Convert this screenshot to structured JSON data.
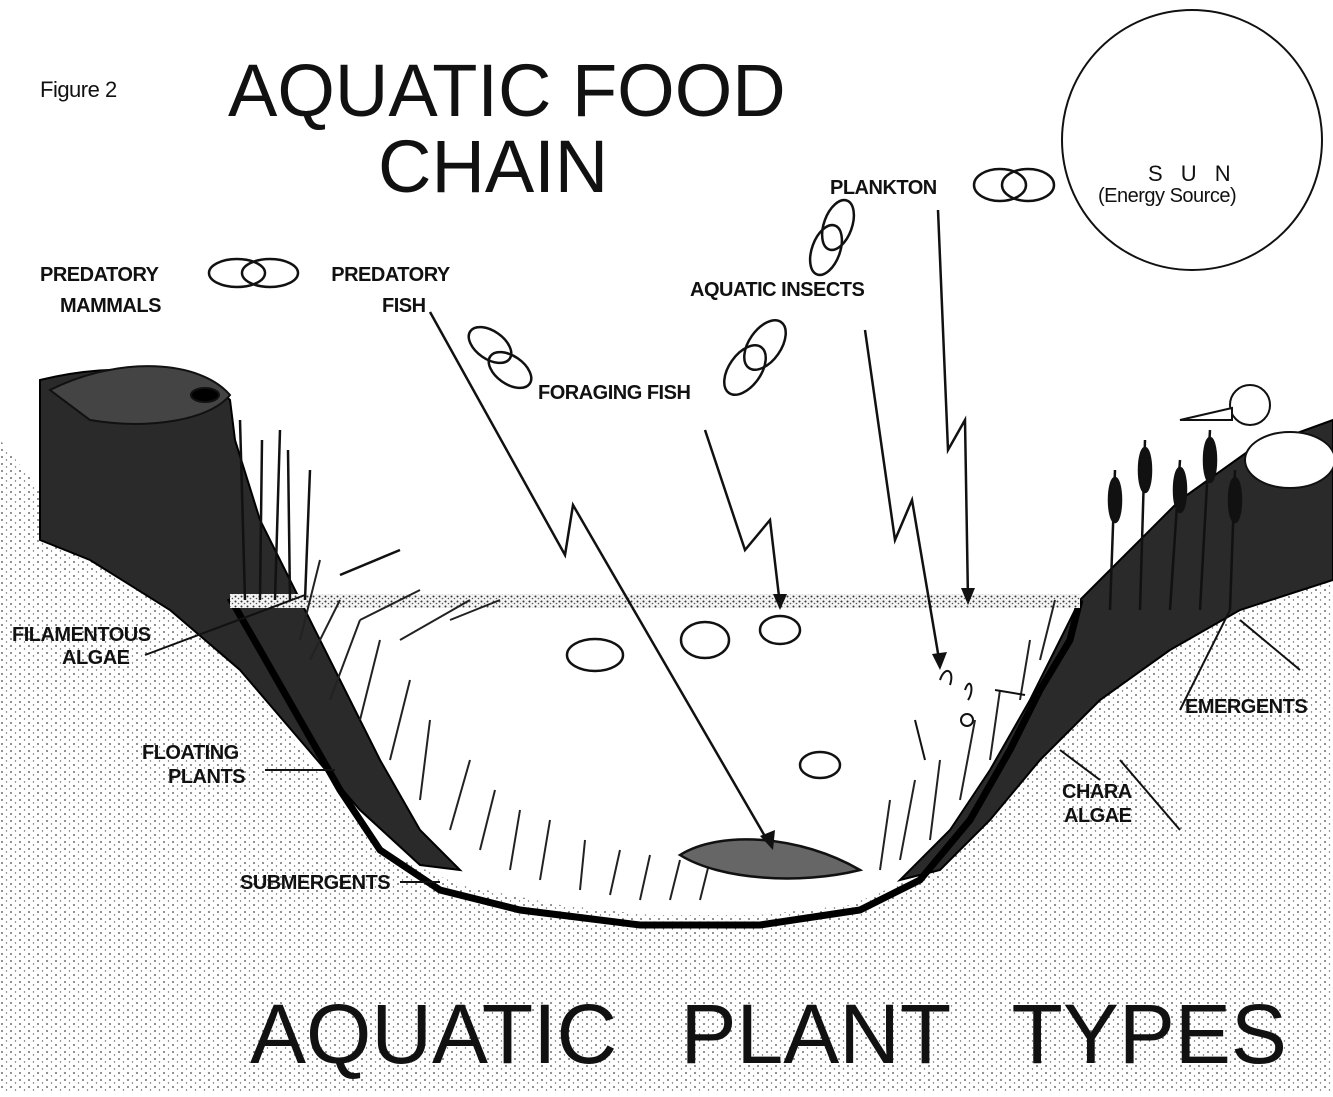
{
  "figure_label": "Figure 2",
  "title": {
    "line1": "AQUATIC   FOOD",
    "line2": "CHAIN"
  },
  "sun": {
    "label": "S U N",
    "sublabel": "(Energy Source)"
  },
  "food_chain": {
    "plankton": "PLANKTON",
    "aquatic_insects": "AQUATIC INSECTS",
    "foraging_fish": "FORAGING FISH",
    "predatory_fish_line1": "PREDATORY",
    "predatory_fish_line2": "FISH",
    "predatory_mammals_line1": "PREDATORY",
    "predatory_mammals_line2": "MAMMALS"
  },
  "plant_types": {
    "filamentous_line1": "FILAMENTOUS",
    "filamentous_line2": "ALGAE",
    "floating_line1": "FLOATING",
    "floating_line2": "PLANTS",
    "submergents": "SUBMERGENTS",
    "emergents": "EMERGENTS",
    "chara_line1": "CHARA",
    "chara_line2": "ALGAE"
  },
  "bottom_title": "AQUATIC  PLANT  TYPES"
}
